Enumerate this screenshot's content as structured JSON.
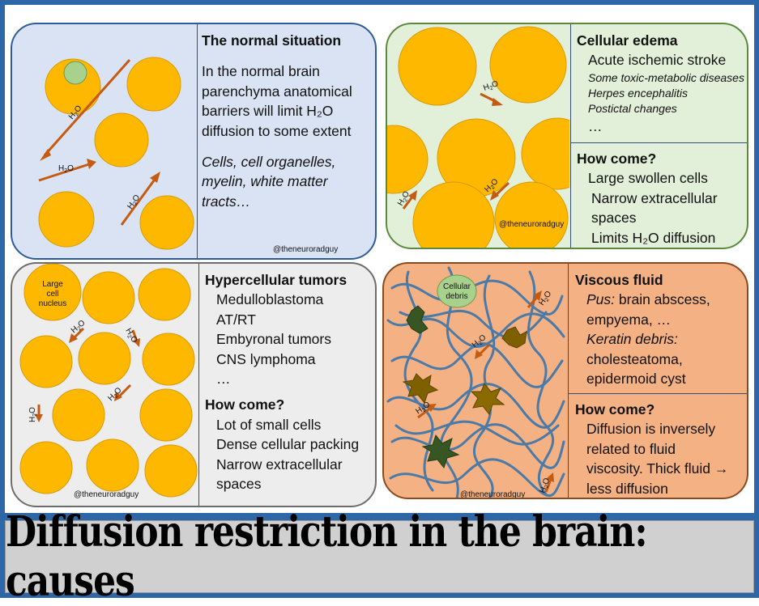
{
  "title": "Diffusion restriction in the brain: causes",
  "h2o_label": "H2O",
  "watermark": "@theneuroradguy",
  "normal": {
    "heading": "The normal situation",
    "body": [
      "In the normal brain",
      "parenchyma anatomical",
      "barriers will limit H₂O",
      "diffusion to some extent"
    ],
    "examples": [
      "Cells, cell organelles,",
      "myelin, white matter",
      "tracts…"
    ]
  },
  "edema": {
    "heading": "Cellular edema",
    "main_item": "Acute ischemic stroke",
    "sub_items": [
      "Some toxic-metabolic diseases",
      "Herpes encephalitis",
      "Postictal changes"
    ],
    "more": "…",
    "how_heading": "How come?",
    "how_items": [
      "Large swollen cells",
      "Narrow extracellular",
      "spaces",
      "Limits H₂O diffusion"
    ]
  },
  "tumors": {
    "heading": "Hypercellular tumors",
    "items": [
      "Medulloblastoma",
      "AT/RT",
      "Embyronal tumors",
      "CNS lymphoma",
      "…"
    ],
    "how_heading": "How come?",
    "how_items": [
      "Lot of small cells",
      "Dense cellular packing",
      "Narrow extracellular",
      "spaces"
    ],
    "nucleus_label": [
      "Large",
      "cell",
      "nucleus"
    ]
  },
  "viscous": {
    "heading": "Viscous fluid",
    "pus_label": "Pus:",
    "pus_text": "brain abscess,",
    "pus_text2": "empyema, …",
    "keratin_label": "Keratin debris:",
    "keratin_text": "cholesteatoma,",
    "keratin_text2": "epidermoid cyst",
    "how_heading": "How come?",
    "how_items": [
      "Diffusion is inversely",
      "related to fluid",
      "viscosity. Thick fluid →",
      "less diffusion"
    ],
    "debris_label": [
      "Cellular",
      "debris"
    ]
  },
  "colors": {
    "frame_blue": "#2e67a8",
    "panel_normal": "#dae3f3",
    "panel_edema": "#e2f0d9",
    "panel_tumor": "#ededed",
    "panel_viscous": "#f4b183",
    "cell_orange": "#ffb800",
    "arrow": "#c55a11",
    "fiber": "#4a7aa8"
  }
}
